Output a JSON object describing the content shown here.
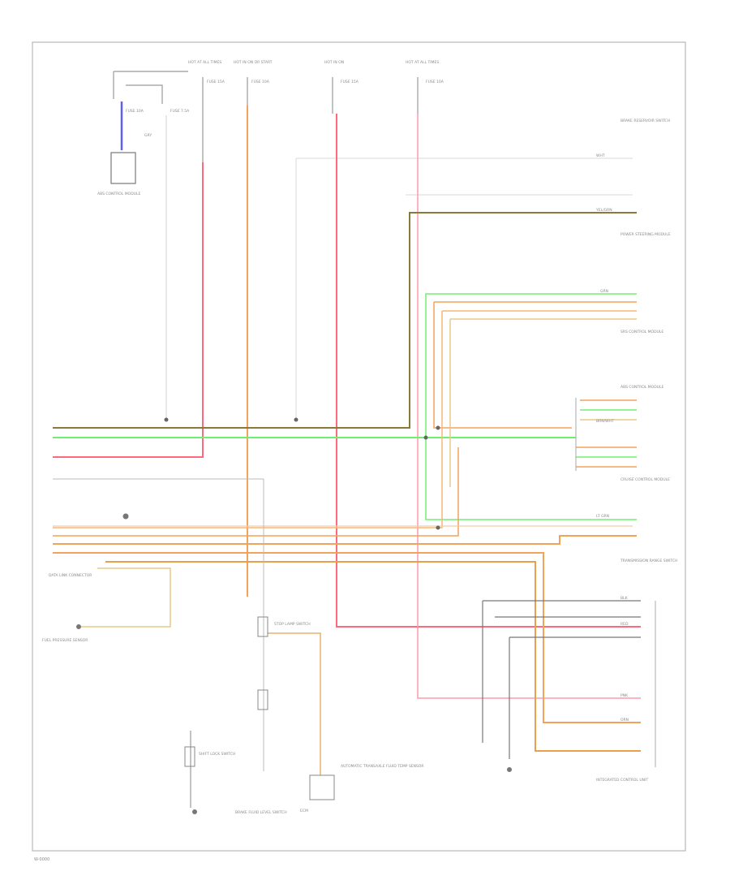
{
  "diagram": {
    "footer_code": "W-0000",
    "wire_colors": {
      "black": "#555555",
      "blue": "#6060ee",
      "red": "#ff6a7a",
      "orange": "#f2a35a",
      "green": "#6ef06e",
      "olive": "#8a7a3a",
      "tan": "#e8c88a",
      "gray": "#aaaaaa",
      "light_gray": "#d0d0d0"
    },
    "labels": {
      "top": [
        "HOT AT ALL TIMES",
        "HOT IN ON OR START",
        "HOT IN ON",
        "HOT AT ALL TIMES"
      ],
      "fuses": [
        "FUSE 15A",
        "FUSE 10A",
        "FUSE 15A",
        "FUSE 10A",
        "FUSE 7.5A",
        "FUSE 10A"
      ],
      "components_left": [
        "ABS CONTROL MODULE",
        "DATA LINK CONNECTOR",
        "FUEL PRESSURE SENSOR",
        "SHIFT LOCK SWITCH",
        "STOP LAMP SWITCH",
        "BRAKE FLUID LEVEL SWITCH",
        "AUTOMATIC TRANSAXLE FLUID TEMP SENSOR"
      ],
      "components_right": [
        "BRAKE RESERVOIR SWITCH",
        "POWER STEERING MODULE",
        "ECM",
        "SRS CONTROL MODULE",
        "ABS CONTROL MODULE",
        "CRUISE CONTROL MODULE",
        "TRANSMISSION RANGE SWITCH",
        "INTEGRATED CONTROL UNIT"
      ],
      "wire_tags": [
        "BLK",
        "RED",
        "ORN",
        "GRN",
        "YEL/GRN",
        "WHT",
        "GRY",
        "BRN/WHT",
        "LT GRN",
        "PNK"
      ]
    }
  }
}
